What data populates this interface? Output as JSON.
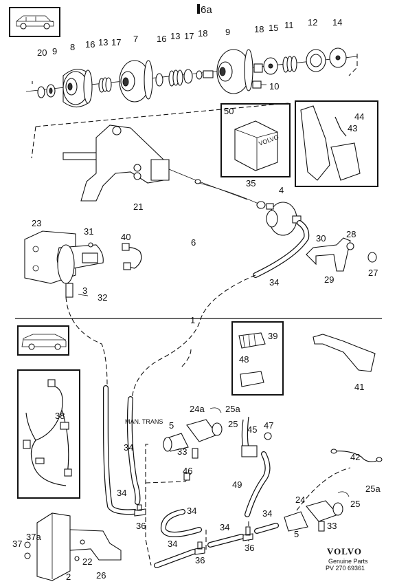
{
  "sheet": {
    "header": "6a",
    "footer_brand": "VOLVO",
    "footer_line": "Genuine Parts",
    "footer_ref": "PV 270 69361"
  },
  "diagram": {
    "group_labels": {
      "upper": "6",
      "lower": "1"
    },
    "annotations": {
      "man_trans": "MAN. TRANS"
    },
    "callouts": {
      "c20": "20",
      "c9a": "9",
      "c8": "8",
      "c16a": "16",
      "c13a": "13",
      "c17a": "17",
      "c7": "7",
      "c16b": "16",
      "c13b": "13",
      "c17b": "17",
      "c18a": "18",
      "c9b": "9",
      "c18b": "18",
      "c15": "15",
      "c11": "11",
      "c12": "12",
      "c14": "14",
      "c10": "10",
      "c50": "50",
      "c44": "44",
      "c43": "43",
      "c35": "35",
      "c4": "4",
      "c21": "21",
      "c23": "23",
      "c31": "31",
      "c40": "40",
      "c6": "6",
      "c30": "30",
      "c28": "28",
      "c3": "3",
      "c32": "32",
      "c34a": "34",
      "c29": "29",
      "c27": "27",
      "c39": "39",
      "c48": "48",
      "c41": "41",
      "c38": "38",
      "c24a": "24a",
      "c25a1": "25a",
      "c5a": "5",
      "c25a": "25",
      "c47": "47",
      "c45": "45",
      "c33a": "33",
      "c34b": "34",
      "c42": "42",
      "c46": "46",
      "c49": "49",
      "c25a2": "25a",
      "c24": "24",
      "c25b": "25",
      "c34c": "34",
      "c34d": "34",
      "c36a": "36",
      "c34e": "34",
      "c34f": "34",
      "c34g": "34",
      "c5b": "5",
      "c33b": "33",
      "c36b": "36",
      "c36c": "36",
      "c37": "37",
      "c37a": "37a",
      "c22": "22",
      "c26": "26",
      "c2": "2"
    }
  }
}
